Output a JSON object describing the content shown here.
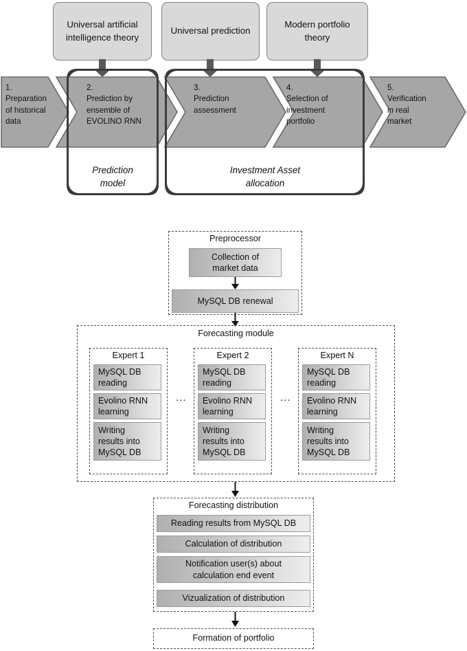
{
  "top_flow": {
    "theories": [
      {
        "text": "Universal artificial\nintelligence\ntheory"
      },
      {
        "text": "Universal\nprediction"
      },
      {
        "text": "Modern\nportfolio\ntheory"
      }
    ],
    "steps": [
      {
        "number": "1.",
        "text": "Preparation\nof historical\ndata"
      },
      {
        "number": "2.",
        "text": "Prediction by\nensemble of\nEVOLINO RNN"
      },
      {
        "number": "3.",
        "text": "Prediction\nassessment"
      },
      {
        "number": "4.",
        "text": "Selection of\ninvestment\nportfolio"
      },
      {
        "number": "5.",
        "text": "Verification\nin real\nmarket"
      }
    ],
    "groups": [
      {
        "label": "Prediction\nmodel"
      },
      {
        "label": "Investment Asset\nallocation"
      }
    ]
  },
  "bottom_flow": {
    "preprocessor": {
      "title": "Preprocessor",
      "steps": [
        {
          "text": "Collection of\nmarket data"
        },
        {
          "text": "MySQL DB renewal"
        }
      ]
    },
    "forecasting_module": {
      "title": "Forecasting module",
      "ellipsis": "...",
      "experts": [
        {
          "title": "Expert 1",
          "steps": [
            {
              "text": "MySQL DB\nreading"
            },
            {
              "text": "Evolino RNN\nlearning"
            },
            {
              "text": "Writing\nresults into\nMySQL DB"
            }
          ]
        },
        {
          "title": "Expert 2",
          "steps": [
            {
              "text": "MySQL DB\nreading"
            },
            {
              "text": "Evolino RNN\nlearning"
            },
            {
              "text": "Writing\nresults into\nMySQL DB"
            }
          ]
        },
        {
          "title": "Expert N",
          "steps": [
            {
              "text": "MySQL DB\nreading"
            },
            {
              "text": "Evolino RNN\nlearning"
            },
            {
              "text": "Writing\nresults into\nMySQL DB"
            }
          ]
        }
      ]
    },
    "forecasting_distribution": {
      "title": "Forecasting distribution",
      "steps": [
        {
          "text": "Reading results from MySQL DB"
        },
        {
          "text": "Calculation of distribution"
        },
        {
          "text": "Notification user(s) about\ncalculation end event"
        },
        {
          "text": "Vizualization of distribution"
        }
      ]
    },
    "formation": {
      "title": "Formation of portfolio"
    }
  },
  "colors": {
    "chevron_fill": "#a6a6a6",
    "chevron_stroke": "#6b6b6b",
    "theory_fill": "#d9d9d9",
    "theory_stroke": "#808080",
    "arrow_fill": "#595959",
    "group_stroke": "#3b3b3b",
    "dashed_stroke": "#4a4a4a",
    "grad_left": "#b0b0b0",
    "grad_right": "#eeeeee"
  }
}
